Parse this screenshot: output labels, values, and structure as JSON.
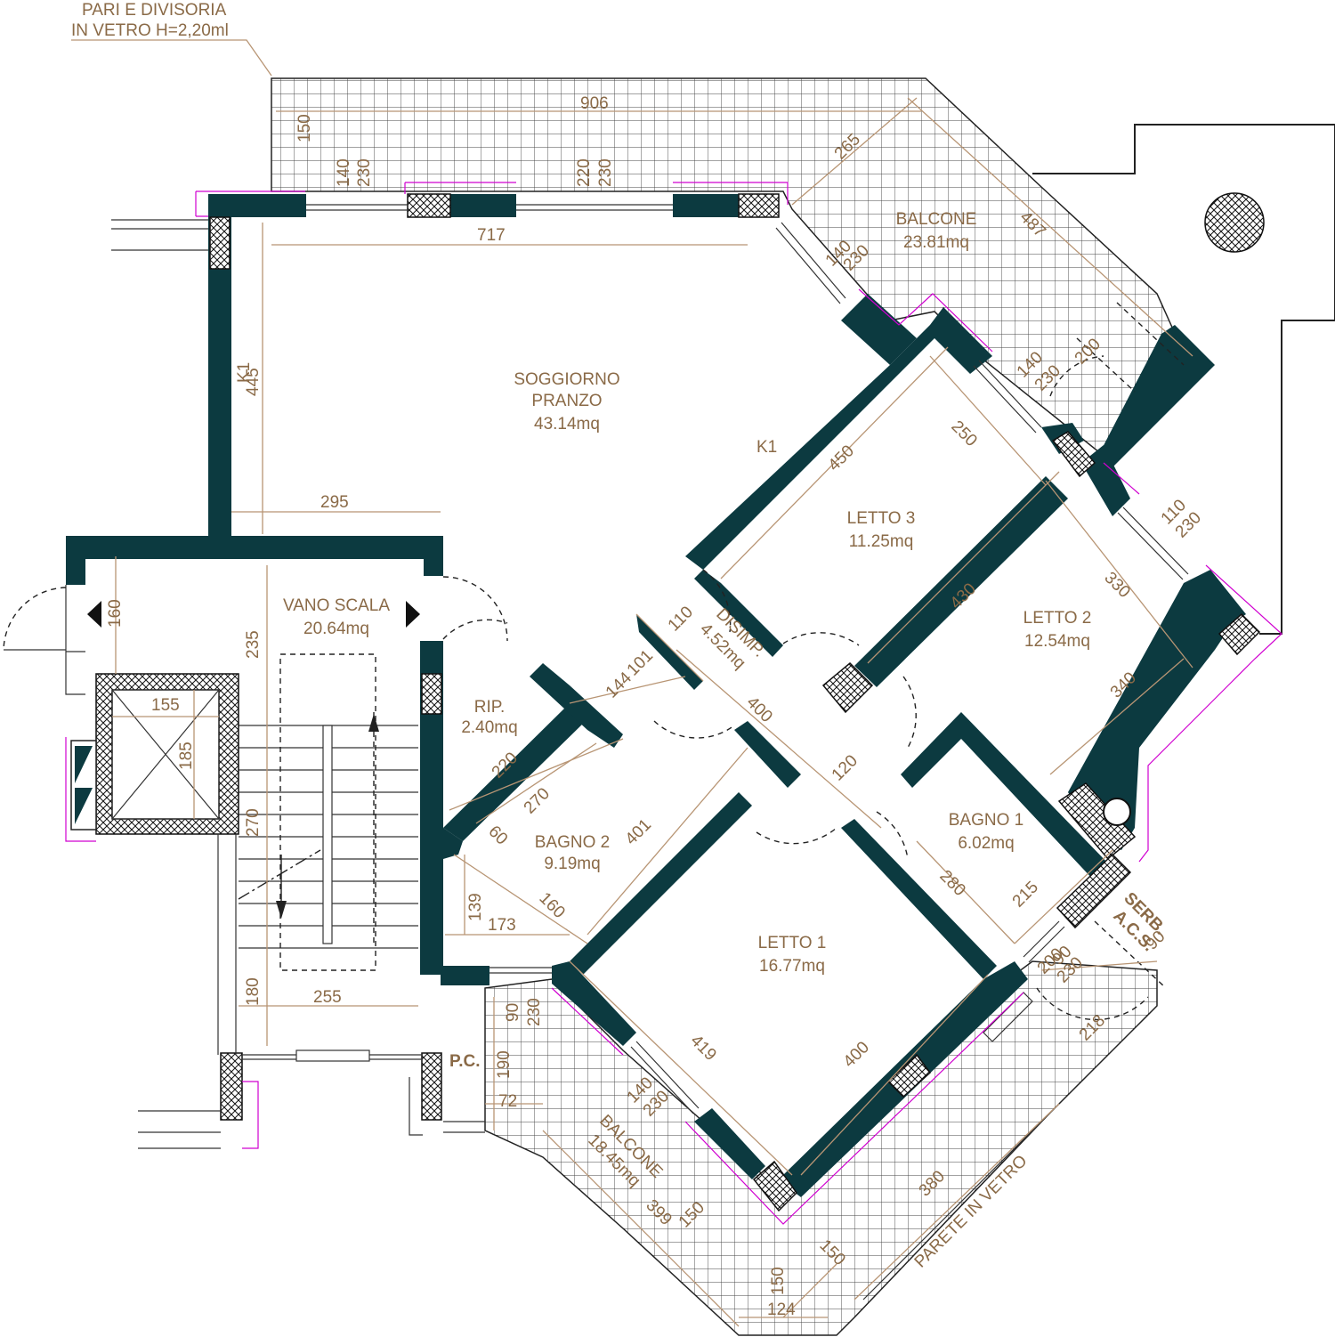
{
  "note": {
    "line1": "PARI E DIVISORIA",
    "line2": "IN VETRO H=2,20ml"
  },
  "rooms": [
    {
      "id": "soggiorno",
      "name1": "SOGGIORNO",
      "name2": "PRANZO",
      "area": "43.14mq"
    },
    {
      "id": "letto3",
      "name1": "LETTO 3",
      "area": "11.25mq"
    },
    {
      "id": "letto2",
      "name1": "LETTO 2",
      "area": "12.54mq"
    },
    {
      "id": "vano",
      "name1": "VANO SCALA",
      "area": "20.64mq"
    },
    {
      "id": "rip",
      "name1": "RIP.",
      "area": "2.40mq"
    },
    {
      "id": "bagno2",
      "name1": "BAGNO 2",
      "area": "9.19mq"
    },
    {
      "id": "bagno1",
      "name1": "BAGNO 1",
      "area": "6.02mq"
    },
    {
      "id": "letto1",
      "name1": "LETTO 1",
      "area": "16.77mq"
    },
    {
      "id": "balcone_top",
      "name1": "BALCONE",
      "area": "23.81mq"
    },
    {
      "id": "balcone_bottom",
      "name1": "BALCONE",
      "area": "18.45mq"
    },
    {
      "id": "disimp",
      "name1": "DISIMP.",
      "area": "4.52mq"
    }
  ],
  "labels": {
    "k1": "K1",
    "k1b": "K1",
    "pc": "P.C.",
    "serb": "SERB.",
    "acs": "A.C.S.",
    "parete": "PARETE IN VETRO"
  },
  "dimensions": {
    "d906": "906",
    "d150a": "150",
    "d140a": "140",
    "d230a": "230",
    "d220a": "220",
    "d230b": "230",
    "d717": "717",
    "d265": "265",
    "d487": "487",
    "d140b": "140",
    "d230c": "230",
    "d445": "445",
    "d295": "295",
    "d450": "450",
    "d250": "250",
    "d140c": "140",
    "d200": "200",
    "d230d": "230",
    "d110a": "110",
    "d230e": "230",
    "d430": "430",
    "d330": "330",
    "d340": "340",
    "d160a": "160",
    "d235": "235",
    "d110b": "110",
    "d101": "101",
    "d144": "144",
    "d400a": "400",
    "d155": "155",
    "d185": "185",
    "d220b": "220",
    "d270a": "270",
    "d60": "60",
    "d401": "401",
    "d120": "120",
    "d270b": "270",
    "d139": "139",
    "d173": "173",
    "d160b": "160",
    "d280": "280",
    "d215": "215",
    "d90a": "90",
    "d230f": "230",
    "d200b": "200",
    "d90b": "90",
    "d180": "180",
    "d255": "255",
    "d90c": "90",
    "d230g": "230",
    "d190": "190",
    "d72": "72",
    "d419": "419",
    "d400b": "400",
    "d218": "218",
    "d140d": "140",
    "d230h": "230",
    "d380": "380",
    "d399": "399",
    "d150b": "150",
    "d150c": "150",
    "d150d": "150",
    "d124": "124"
  }
}
